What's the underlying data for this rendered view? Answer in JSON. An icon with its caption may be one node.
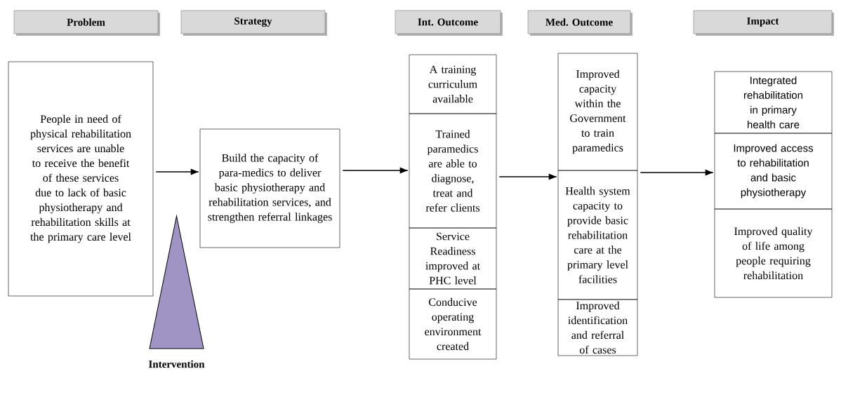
{
  "diagram": {
    "nodes": [
      {
        "text": [
          "Problem"
        ]
      },
      {
        "text": [
          "Strategy"
        ]
      },
      {
        "text": [
          "Int. Outcome"
        ]
      },
      {
        "text": [
          "Med. Outcome"
        ]
      },
      {
        "text": [
          "Impact"
        ]
      },
      {
        "text": [
          "People in need of physical rehabilitation services are unable to receive the benefit of these services due to lack of basic physiotherapy and rehabilitation skills at the primary care level"
        ]
      },
      {
        "text": [
          "Build the capacity of para-medics to deliver basic physiotherapy and rehabilitation services, and strengthen referral linkages"
        ]
      },
      {
        "text": [
          "A training curriculum available"
        ]
      },
      {
        "text": [
          "Trained paramedics are able to diagnose, treat and refer clients"
        ]
      },
      {
        "text": [
          "Service Readiness improved at PHC level"
        ]
      },
      {
        "text": [
          "Conducive operating environment created"
        ]
      },
      {
        "text": [
          "Improved capacity within the Government to train paramedics"
        ]
      },
      {
        "text": [
          "Health system capacity to provide basic rehabilitation care at the primary level facilities"
        ]
      },
      {
        "text": [
          "Improved identification and referral of cases"
        ]
      },
      {
        "text": [
          "Integrated rehabilitation in primary health care"
        ]
      },
      {
        "text": [
          "Improved access to rehabilitation and basic physiotherapy"
        ]
      },
      {
        "text": [
          "Improved quality of life among people requiring rehabilitation"
        ]
      },
      {
        "text": [
          "Intervention"
        ]
      }
    ],
    "edges": [
      {
        "from": 5,
        "to": 6,
        "arrow": "to"
      },
      {
        "from": 6,
        "to": 8,
        "arrow": "to"
      },
      {
        "from": 8,
        "to": 12,
        "arrow": "to"
      },
      {
        "from": 12,
        "to": 15,
        "arrow": "to"
      }
    ]
  }
}
